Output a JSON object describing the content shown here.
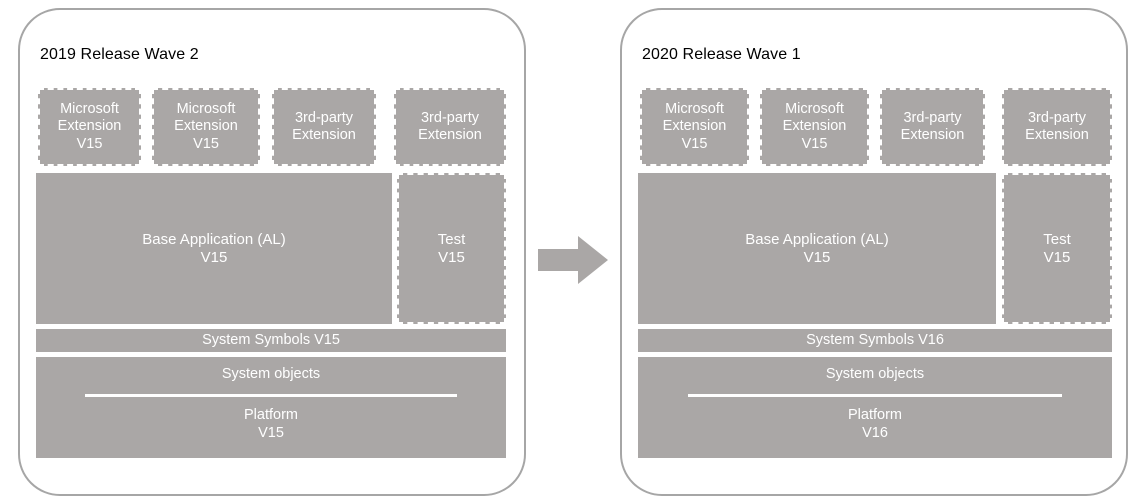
{
  "diagram": {
    "type": "architecture-comparison",
    "arrow_icon": "right-arrow-icon",
    "colors": {
      "block_fill": "#aaa7a6",
      "block_text": "#ffffff",
      "panel_border": "#a6a6a6",
      "title_text": "#000000",
      "arrow_fill": "#aaa7a6"
    },
    "panels": [
      {
        "id": "left",
        "title": "2019 Release Wave 2",
        "extensions": [
          {
            "lines": [
              "Microsoft",
              "Extension",
              "V15"
            ],
            "border": "dashed"
          },
          {
            "lines": [
              "Microsoft",
              "Extension",
              "V15"
            ],
            "border": "dashed"
          },
          {
            "lines": [
              "3rd-party",
              "Extension"
            ],
            "border": "dashed"
          },
          {
            "lines": [
              "3rd-party",
              "Extension"
            ],
            "border": "dashed"
          }
        ],
        "base_application": {
          "lines": [
            "Base Application (AL)",
            "V15"
          ],
          "border": "solid"
        },
        "test": {
          "lines": [
            "Test",
            "V15"
          ],
          "border": "dashed"
        },
        "system_symbols": {
          "label": "System Symbols V15",
          "border": "solid"
        },
        "system_objects": {
          "label": "System objects",
          "platform": [
            "Platform",
            "V15"
          ],
          "border": "solid"
        }
      },
      {
        "id": "right",
        "title": "2020 Release Wave 1",
        "extensions": [
          {
            "lines": [
              "Microsoft",
              "Extension",
              "V15"
            ],
            "border": "dashed"
          },
          {
            "lines": [
              "Microsoft",
              "Extension",
              "V15"
            ],
            "border": "dashed"
          },
          {
            "lines": [
              "3rd-party",
              "Extension"
            ],
            "border": "dashed"
          },
          {
            "lines": [
              "3rd-party",
              "Extension"
            ],
            "border": "dashed"
          }
        ],
        "base_application": {
          "lines": [
            "Base Application (AL)",
            "V15"
          ],
          "border": "solid"
        },
        "test": {
          "lines": [
            "Test",
            "V15"
          ],
          "border": "dashed"
        },
        "system_symbols": {
          "label": "System Symbols V16",
          "border": "solid"
        },
        "system_objects": {
          "label": "System objects",
          "platform": [
            "Platform",
            "V16"
          ],
          "border": "solid"
        }
      }
    ]
  }
}
